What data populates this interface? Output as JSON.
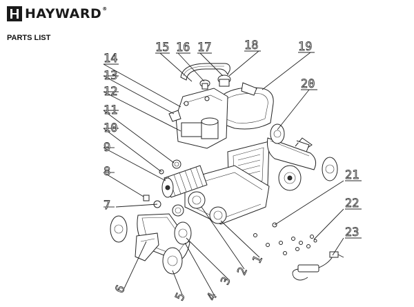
{
  "brand": {
    "name": "HAYWARD",
    "registered": "®"
  },
  "heading": "PARTS LIST",
  "callouts": [
    "1",
    "2",
    "3",
    "4",
    "5",
    "6",
    "7",
    "8",
    "9",
    "10",
    "11",
    "12",
    "13",
    "14",
    "15",
    "16",
    "17",
    "18",
    "19",
    "20",
    "21",
    "22",
    "23"
  ],
  "colors": {
    "line": "#222222",
    "background": "#ffffff"
  }
}
